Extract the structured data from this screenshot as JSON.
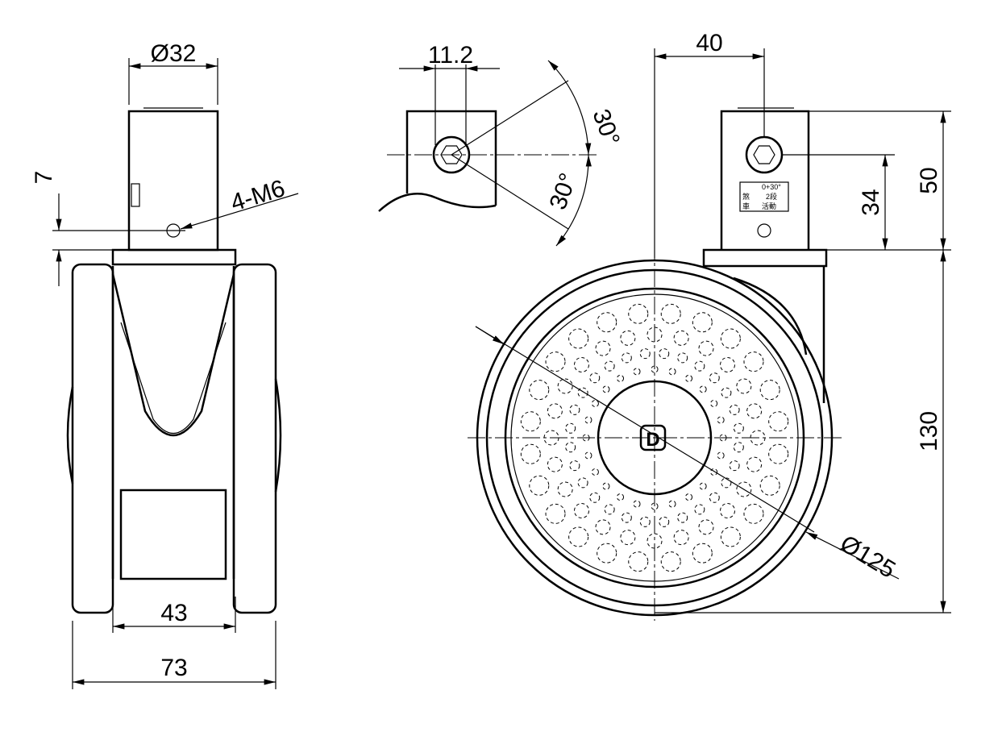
{
  "dimensions": {
    "d32": "Ø32",
    "d43": "43",
    "d73": "73",
    "d7": "7",
    "m6": "4-M6",
    "d11": "11.2",
    "a30a": "30°",
    "a30b": "30°",
    "d40": "40",
    "d50": "50",
    "d34": "34",
    "d130": "130",
    "d125": "Ø125"
  },
  "label": {
    "l1": "0+30°",
    "l2": "煞",
    "l3": "車",
    "l4": "2段",
    "l5": "活動"
  },
  "logo": "D"
}
